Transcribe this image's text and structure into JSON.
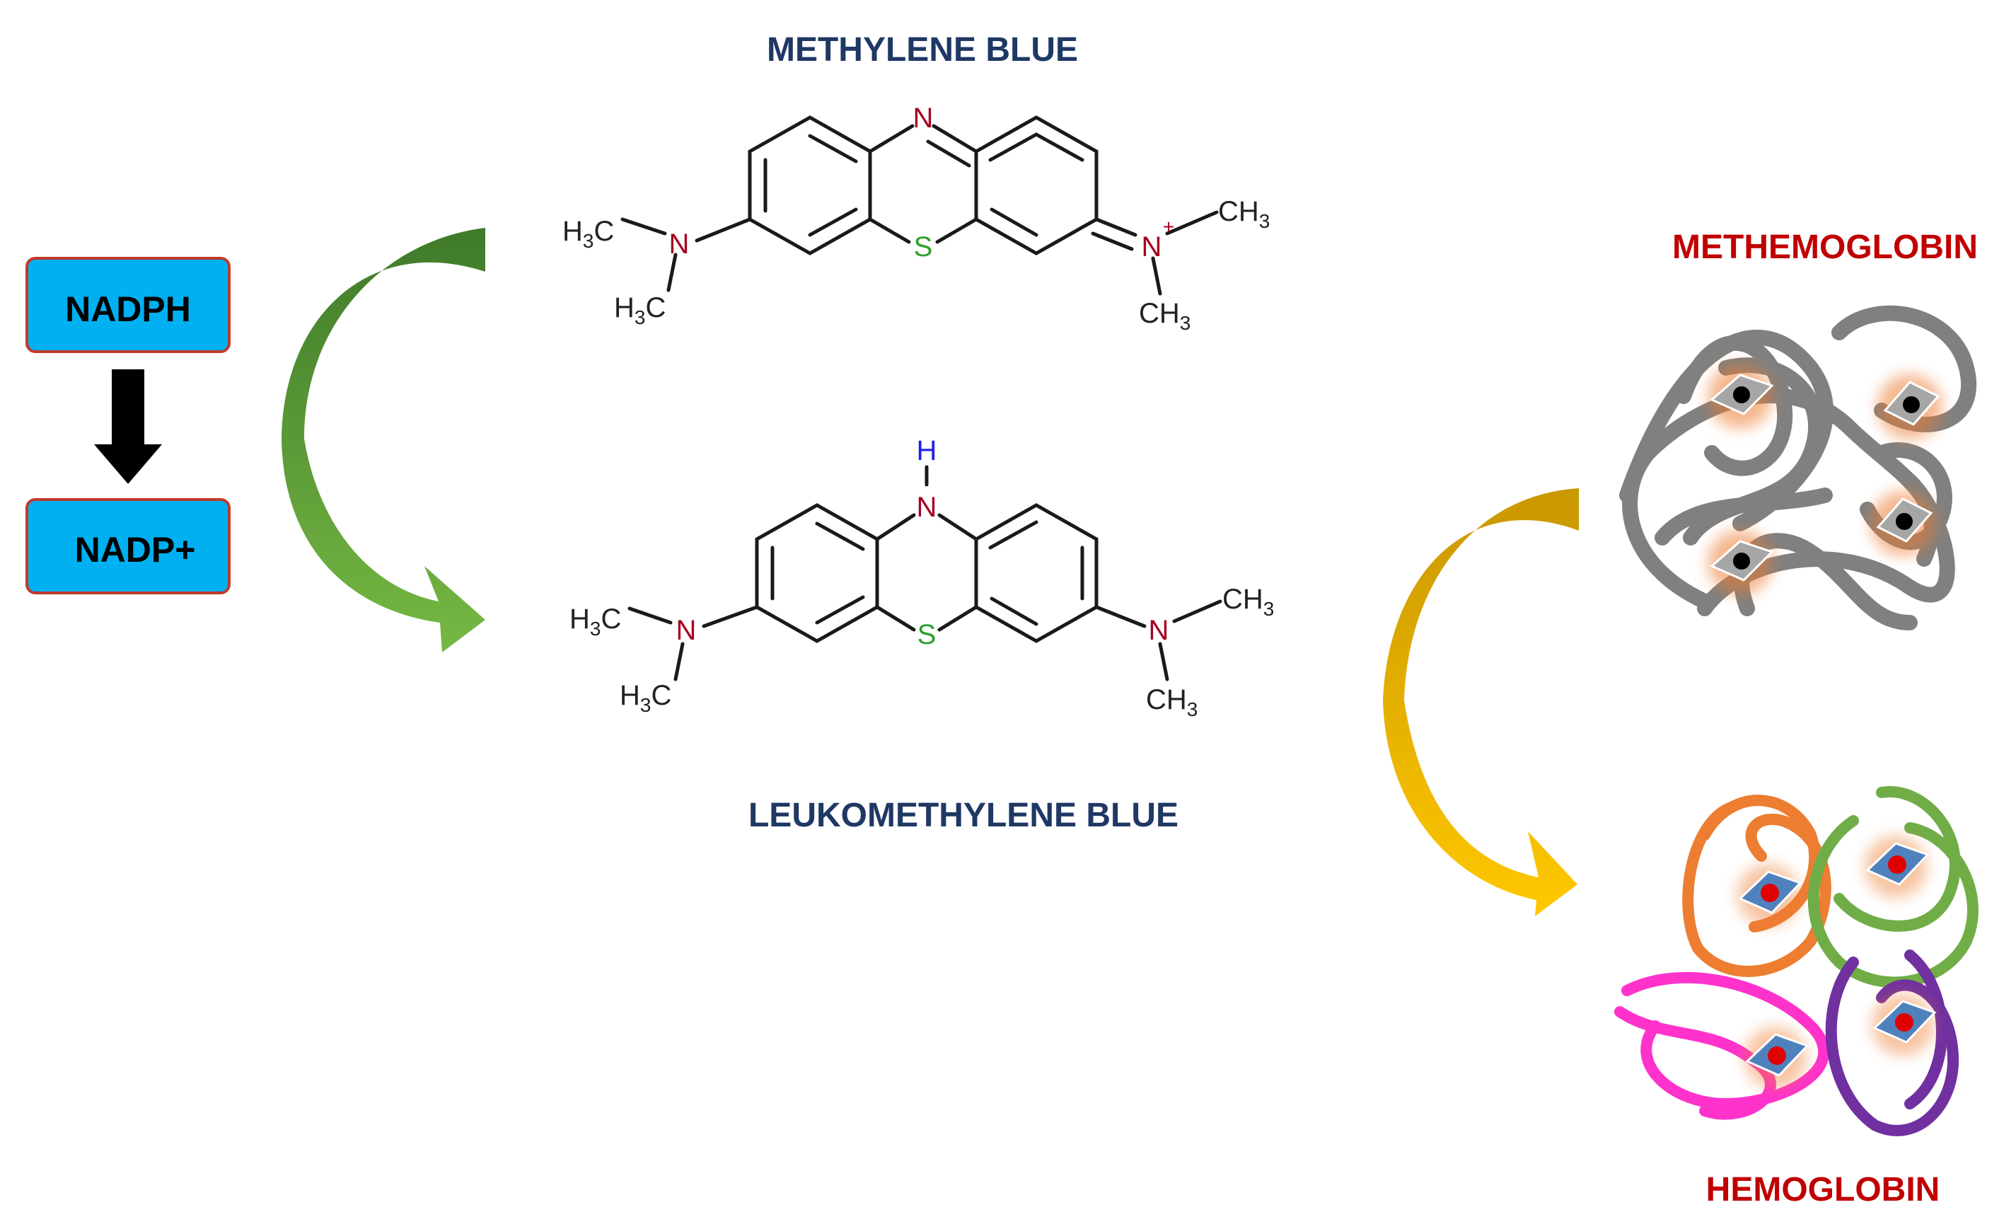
{
  "boxes": {
    "nadph": "NADPH",
    "nadp_plus": "NADP+"
  },
  "molecules": {
    "methylene_blue": {
      "title": "METHYLENE BLUE",
      "ring_n": "N",
      "ring_s": "S",
      "left_amine_n": "N",
      "right_imine_n": "N",
      "charge": "+",
      "left_methyl_1": {
        "prefix": "H",
        "sub": "3",
        "suffix": "C"
      },
      "left_methyl_2": {
        "prefix": "H",
        "sub": "3",
        "suffix": "C"
      },
      "right_methyl_1": {
        "prefix": "CH",
        "sub": "3",
        "suffix": ""
      },
      "right_methyl_2": {
        "prefix": "CH",
        "sub": "3",
        "suffix": ""
      }
    },
    "leukomethylene_blue": {
      "title": "LEUKOMETHYLENE BLUE",
      "ring_n": "N",
      "ring_h": "H",
      "ring_s": "S",
      "left_amine_n": "N",
      "right_amine_n": "N",
      "left_methyl_1": {
        "prefix": "H",
        "sub": "3",
        "suffix": "C"
      },
      "left_methyl_2": {
        "prefix": "H",
        "sub": "3",
        "suffix": "C"
      },
      "right_methyl_1": {
        "prefix": "CH",
        "sub": "3",
        "suffix": ""
      },
      "right_methyl_2": {
        "prefix": "CH",
        "sub": "3",
        "suffix": ""
      }
    }
  },
  "proteins": {
    "methemoglobin": "METHEMOGLOBIN",
    "hemoglobin": "HEMOGLOBIN"
  },
  "colors": {
    "box_fill": "#00b0f0",
    "box_border": "#c0392b",
    "title_blue": "#1f3864",
    "title_red": "#c00000",
    "atom_n": "#a50021",
    "atom_s": "#2ca02c",
    "atom_h": "#1f1fe6",
    "green_arrow": "#5e9c3a",
    "yellow_arrow": "#f2b600",
    "met_chain": "#808080",
    "hb_orange": "#ed7d31",
    "hb_green": "#70ad47",
    "hb_magenta": "#ff33cc",
    "hb_purple": "#7030a0"
  }
}
